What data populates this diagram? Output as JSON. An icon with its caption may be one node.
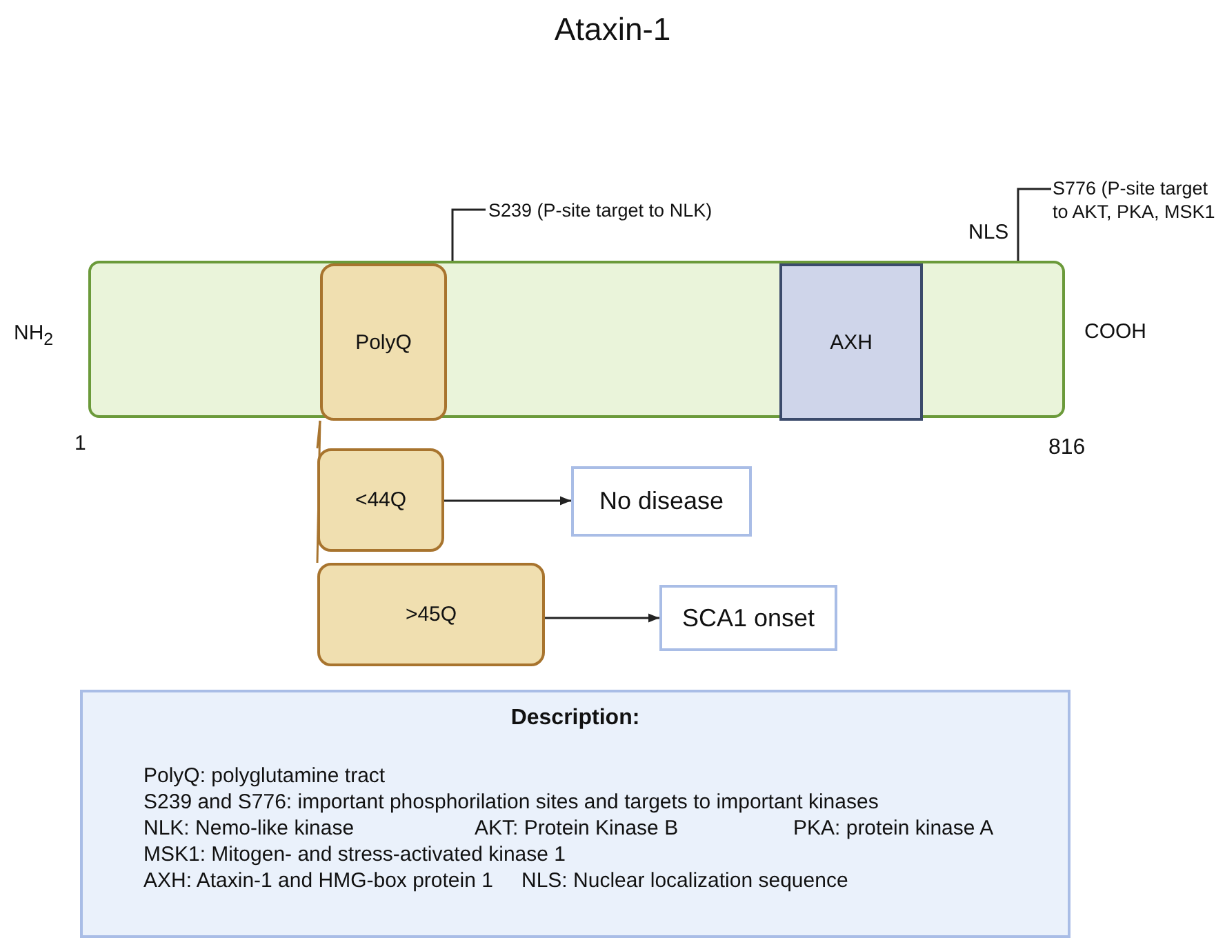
{
  "diagram": {
    "title": "Ataxin-1",
    "nodes": [
      {
        "text": [],
        "shape": "bar"
      },
      {
        "text": [
          "PolyQ"
        ],
        "in": 0
      },
      {
        "text": [
          "AXH"
        ],
        "in": 0
      },
      {
        "text": [
          "S239 (P-site target to NLK)"
        ]
      },
      {
        "text": [
          "S776 (P-site target to AKT, PKA, MSK1"
        ]
      },
      {
        "text": [
          "<44Q"
        ]
      },
      {
        "text": [
          ">45Q"
        ]
      },
      {
        "text": [
          "No disease"
        ]
      },
      {
        "text": [
          "SCA1 onset"
        ]
      },
      {
        "text": [
          "Description:",
          "PolyQ: polyglutamine tract",
          "S239 and S776: important phosphorilation sites and targets to important kinases",
          "NLK: Nemo-like kinase",
          "AKT: Protein Kinase B",
          "PKA: protein kinase A",
          "MSK1: Mitogen- and stress-activated kinase 1",
          "AXH: Ataxin-1 and HMG-box protein 1",
          "NLS: Nuclear localization sequence"
        ]
      }
    ],
    "edges": [
      {
        "from": 3,
        "to": 0,
        "arrow": "none"
      },
      {
        "from": 4,
        "to": 0,
        "arrow": "none"
      },
      {
        "from": 1,
        "to": 5,
        "arrow": "none",
        "color": "#a8742e"
      },
      {
        "from": 1,
        "to": 6,
        "arrow": "none",
        "color": "#a8742e"
      },
      {
        "from": 5,
        "to": 7,
        "arrow": "to"
      },
      {
        "from": 6,
        "to": 8,
        "arrow": "to"
      }
    ],
    "labels": [
      "NLS",
      "NH$_{2}$",
      "COOH",
      "1",
      "816"
    ]
  }
}
